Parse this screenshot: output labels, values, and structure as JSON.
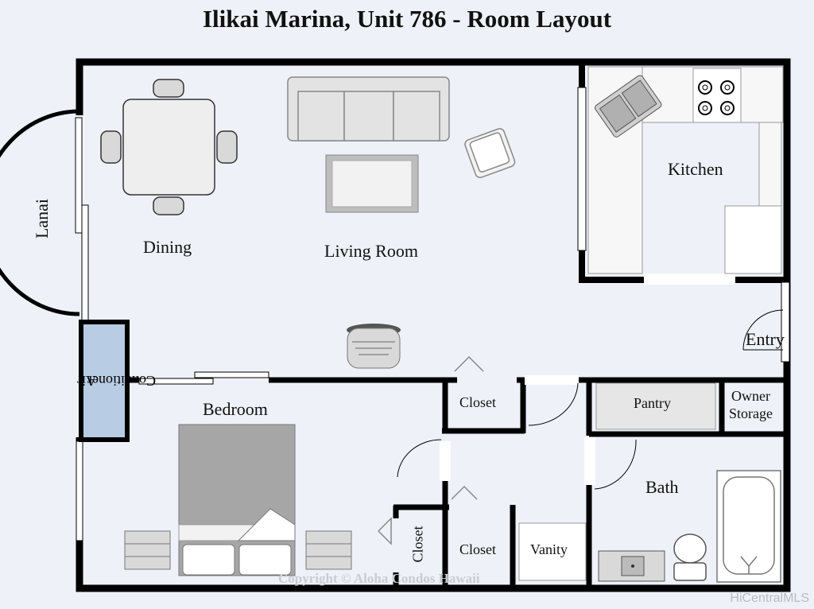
{
  "title": "Ilikai Marina, Unit 786 - Room Layout",
  "rooms": {
    "lanai": "Lanai",
    "dining": "Dining",
    "living_room": "Living Room",
    "kitchen": "Kitchen",
    "entry": "Entry",
    "air_conditioner_line1": "Air",
    "air_conditioner_line2": "Conditioner",
    "bedroom": "Bedroom",
    "closet_upper": "Closet",
    "pantry": "Pantry",
    "owner_storage_line1": "Owner",
    "owner_storage_line2": "Storage",
    "bath": "Bath",
    "closet_vertical": "Closet",
    "closet_lower": "Closet",
    "vanity": "Vanity"
  },
  "copyright": "Copyright © Aloha Condos Hawaii",
  "watermark": "HiCentralMLS",
  "colors": {
    "background": "#eef1f8",
    "wall": "#000000",
    "furniture": "#d9d9d9",
    "air_conditioner": "#b8cce4"
  }
}
